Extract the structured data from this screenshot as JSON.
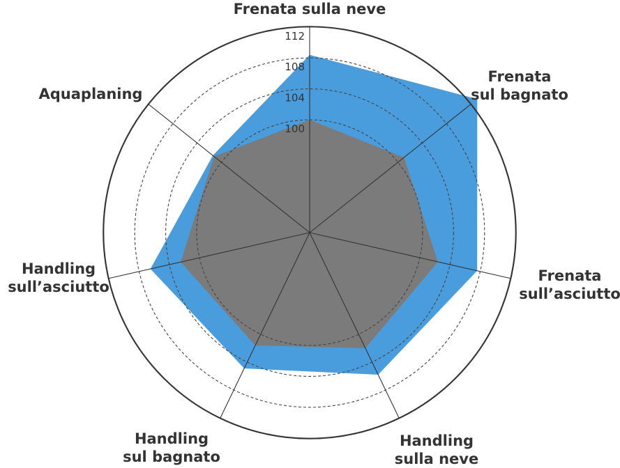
{
  "chart_data": {
    "type": "radar",
    "axes": [
      [
        "Frenata sulla neve"
      ],
      [
        "Frenata",
        "sul bagnato"
      ],
      [
        "Frenata",
        "sull’asciutto"
      ],
      [
        "Handling",
        "sulla neve"
      ],
      [
        "Handling",
        "sul bagnato"
      ],
      [
        "Handling",
        "sull’asciutto"
      ],
      [
        "Aquaplaning"
      ]
    ],
    "ticks": [
      "100",
      "104",
      "108",
      "112"
    ],
    "tick_values": [
      100,
      104,
      108,
      112
    ],
    "grid": "dashed circles",
    "series": [
      {
        "color": "#4a9ddc",
        "values": [
          108.4,
          113.1,
          107.6,
          105.8,
          104.9,
          106.5,
          101.4
        ]
      },
      {
        "color": "#7b7b7b",
        "values": [
          100.0,
          101.0,
          102.4,
          102.0,
          101.6,
          102.5,
          101.2
        ]
      }
    ],
    "colors": {
      "outer_ring": "#333333",
      "grid": "#444444",
      "spokes": "#333333"
    }
  }
}
